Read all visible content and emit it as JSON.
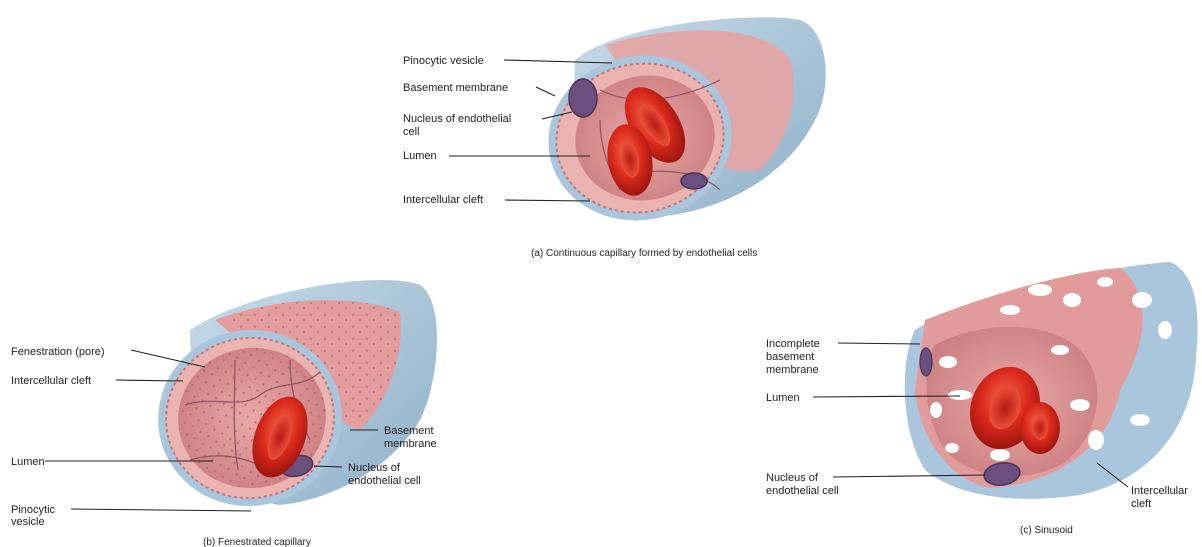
{
  "panel_a": {
    "labels": {
      "pinocytic_vesicle": "Pinocytic vesicle",
      "basement_membrane": "Basement membrane",
      "nucleus_line1": "Nucleus of endothelial",
      "nucleus_line2": "cell",
      "lumen": "Lumen",
      "intercellular_cleft": "Intercellular cleft"
    },
    "caption": "(a) Continuous capillary formed by endothelial cells"
  },
  "panel_b": {
    "labels": {
      "fenestration": "Fenestration (pore)",
      "intercellular_cleft": "Intercellular cleft",
      "lumen": "Lumen",
      "pinocytic_line1": "Pinocytic",
      "pinocytic_line2": "vesicle",
      "basement_line1": "Basement",
      "basement_line2": "membrane",
      "nucleus_line1": "Nucleus of",
      "nucleus_line2": "endothelial cell"
    },
    "caption": "(b) Fenestrated capillary"
  },
  "panel_c": {
    "labels": {
      "incomplete_line1": "Incomplete",
      "incomplete_line2": "basement",
      "incomplete_line3": "membrane",
      "lumen": "Lumen",
      "nucleus_line1": "Nucleus of",
      "nucleus_line2": "endothelial cell",
      "cleft_line1": "Intercellular",
      "cleft_line2": "cleft"
    },
    "caption": "(c) Sinusoid"
  },
  "colors": {
    "membrane_blue": "#a9c6dc",
    "endothelium_pink": "#e9a0a0",
    "lumen_pink": "#dc8f8f",
    "rbc_red": "#d9261c",
    "nucleus_purple": "#6b4f7e"
  }
}
